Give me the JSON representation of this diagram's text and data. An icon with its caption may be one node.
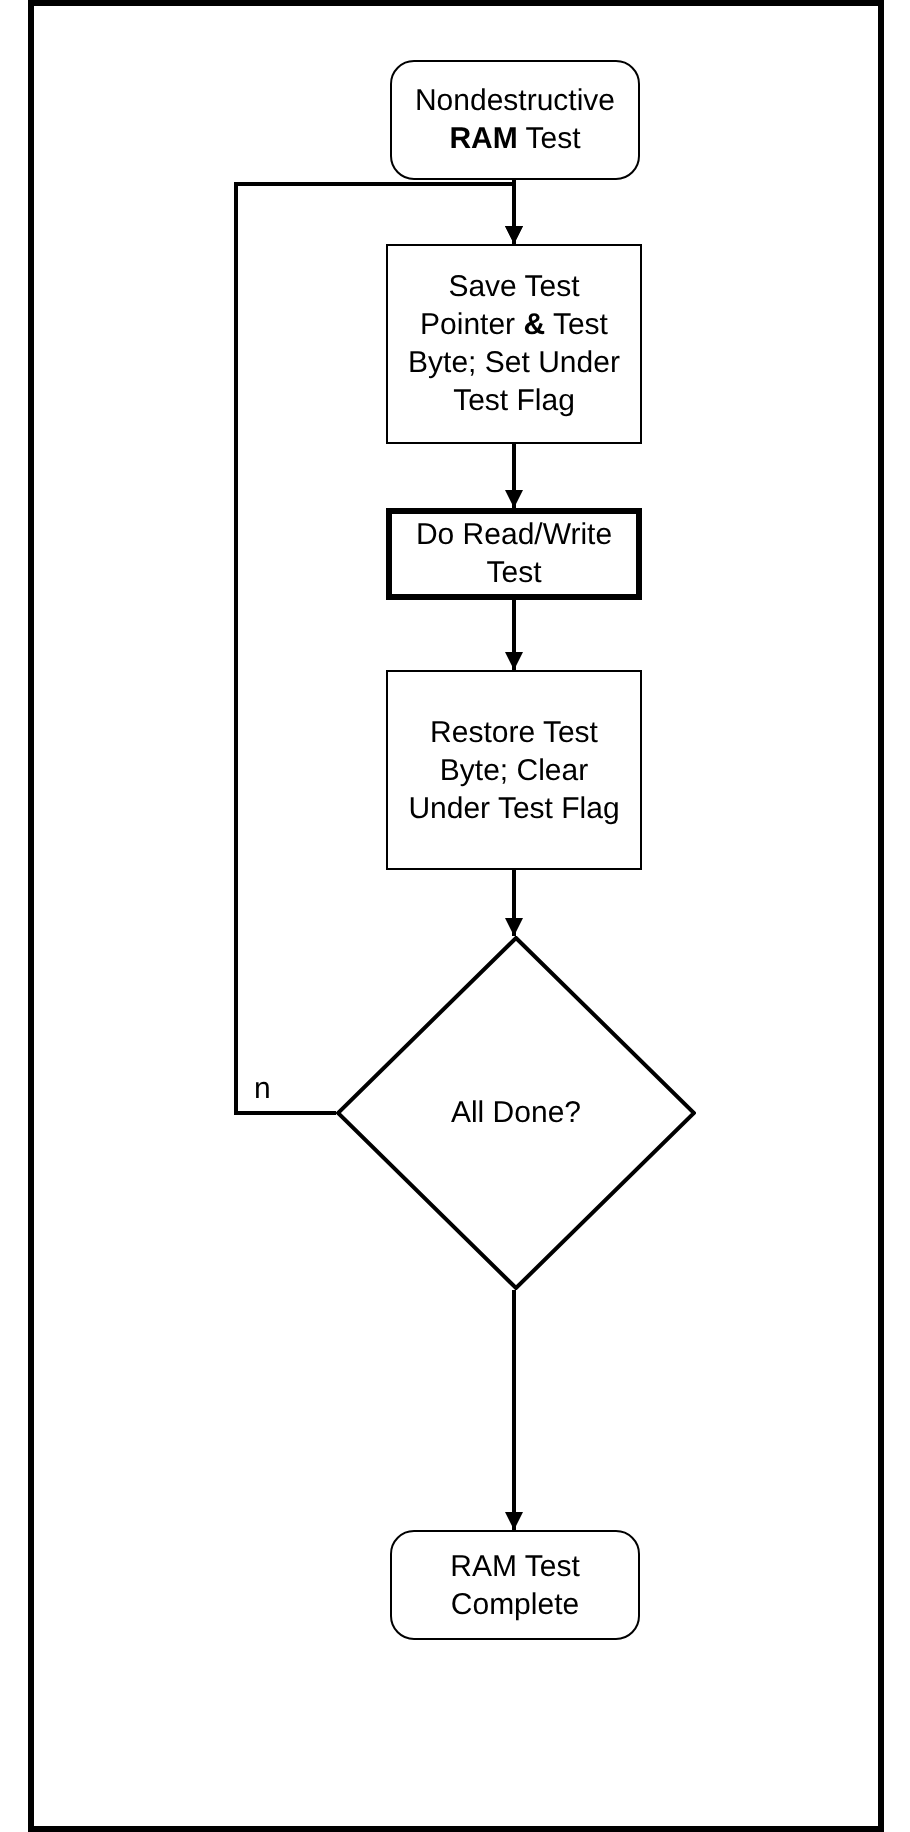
{
  "diagram": {
    "nodes": [
      {
        "text": [
          "Nondestructive **RAM** Test"
        ]
      },
      {
        "text": [
          "Save Test Pointer **&** Test Byte; Set Under Test Flag"
        ]
      },
      {
        "text": [
          "Do Read/Write Test"
        ]
      },
      {
        "text": [
          "Restore Test Byte; Clear Under Test Flag"
        ]
      },
      {
        "text": [
          "All Done?"
        ]
      },
      {
        "text": [
          "RAM Test Complete"
        ]
      }
    ],
    "edges": [
      {
        "from": 0,
        "to": 1,
        "arrow": "to"
      },
      {
        "from": 1,
        "to": 2,
        "arrow": "to"
      },
      {
        "from": 2,
        "to": 3,
        "arrow": "to"
      },
      {
        "from": 3,
        "to": 4,
        "arrow": "to"
      },
      {
        "from": 4,
        "to": 5,
        "arrow": "to"
      },
      {
        "from": 4,
        "to": 1,
        "arrow": "to",
        "label": "n"
      }
    ]
  }
}
